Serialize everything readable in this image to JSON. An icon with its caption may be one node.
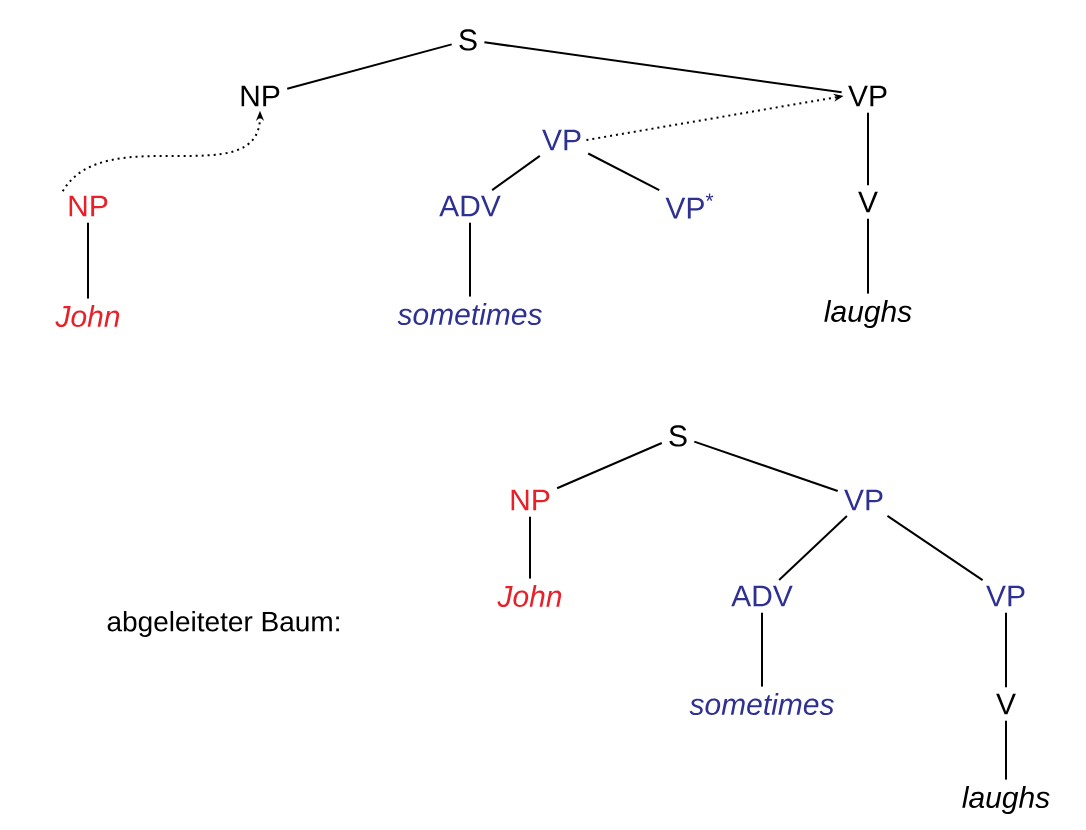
{
  "diagram": {
    "nodes": [
      {
        "text": [
          "S"
        ]
      },
      {
        "text": [
          "NP"
        ]
      },
      {
        "text": [
          "VP"
        ]
      },
      {
        "text": [
          "NP"
        ]
      },
      {
        "text": [
          "John"
        ]
      },
      {
        "text": [
          "VP"
        ]
      },
      {
        "text": [
          "ADV"
        ]
      },
      {
        "text": [
          "VP$^{*}$"
        ]
      },
      {
        "text": [
          "sometimes"
        ]
      },
      {
        "text": [
          "V"
        ]
      },
      {
        "text": [
          "laughs"
        ]
      },
      {
        "text": [
          "S"
        ]
      },
      {
        "text": [
          "NP"
        ]
      },
      {
        "text": [
          "VP"
        ]
      },
      {
        "text": [
          "John"
        ]
      },
      {
        "text": [
          "ADV"
        ]
      },
      {
        "text": [
          "VP"
        ]
      },
      {
        "text": [
          "sometimes"
        ]
      },
      {
        "text": [
          "V"
        ]
      },
      {
        "text": [
          "laughs"
        ]
      }
    ],
    "edges": [
      {
        "from": 0,
        "to": 1,
        "arrow": "none"
      },
      {
        "from": 0,
        "to": 2,
        "arrow": "none"
      },
      {
        "from": 3,
        "to": 4,
        "arrow": "none"
      },
      {
        "from": 3,
        "to": 1,
        "arrow": "to",
        "style": "dashed"
      },
      {
        "from": 5,
        "to": 6,
        "arrow": "none"
      },
      {
        "from": 5,
        "to": 7,
        "arrow": "none"
      },
      {
        "from": 6,
        "to": 8,
        "arrow": "none"
      },
      {
        "from": 5,
        "to": 2,
        "arrow": "to",
        "style": "dashed"
      },
      {
        "from": 2,
        "to": 9,
        "arrow": "none"
      },
      {
        "from": 9,
        "to": 10,
        "arrow": "none"
      },
      {
        "from": 11,
        "to": 12,
        "arrow": "none"
      },
      {
        "from": 11,
        "to": 13,
        "arrow": "none"
      },
      {
        "from": 12,
        "to": 14,
        "arrow": "none"
      },
      {
        "from": 13,
        "to": 15,
        "arrow": "none"
      },
      {
        "from": 13,
        "to": 16,
        "arrow": "none"
      },
      {
        "from": 15,
        "to": 17,
        "arrow": "none"
      },
      {
        "from": 16,
        "to": 18,
        "arrow": "none"
      },
      {
        "from": 18,
        "to": 19,
        "arrow": "none"
      }
    ],
    "labels": [
      "abgeleiteter Baum:"
    ]
  }
}
